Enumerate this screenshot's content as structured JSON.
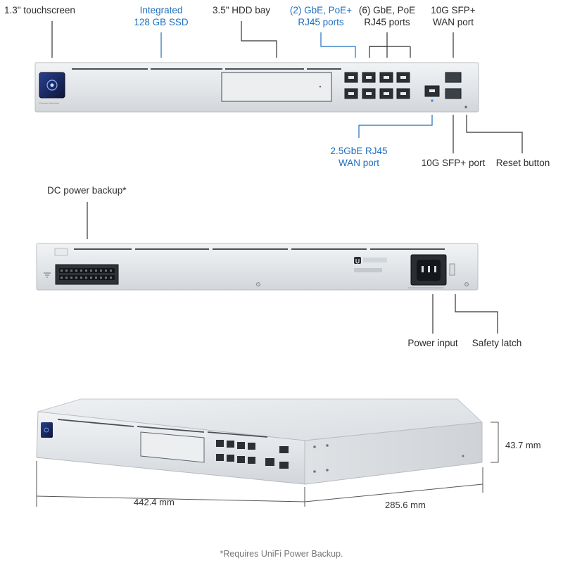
{
  "front_labels": {
    "touchscreen": "1.3\" touchscreen",
    "ssd_line1": "Integrated",
    "ssd_line2": "128 GB SSD",
    "hdd_bay": "3.5\" HDD bay",
    "gbe_poe_plus_line1": "(2) GbE, PoE+",
    "gbe_poe_plus_line2": "RJ45 ports",
    "gbe_poe_line1": "(6) GbE, PoE",
    "gbe_poe_line2": "RJ45 ports",
    "sfp_wan_line1": "10G SFP+",
    "sfp_wan_line2": "WAN port",
    "wan_25_line1": "2.5GbE RJ45",
    "wan_25_line2": "WAN port",
    "sfp_port": "10G SFP+ port",
    "reset_button": "Reset button"
  },
  "rear_labels": {
    "dc_power": "DC power backup*",
    "power_input": "Power input",
    "safety_latch": "Safety latch"
  },
  "dimensions": {
    "height": "43.7 mm",
    "width": "442.4 mm",
    "depth": "285.6 mm"
  },
  "footnote": "*Requires UniFi Power Backup.",
  "colors": {
    "accent_blue": "#1f6fbf",
    "chassis": "#e4e7ea",
    "callout_line": "#333333"
  },
  "icons": [
    "touchscreen-icon",
    "ubiquiti-logo-icon",
    "screw-icon"
  ]
}
